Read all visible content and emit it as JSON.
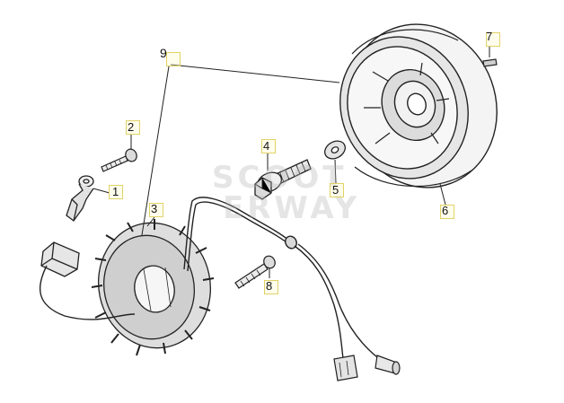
{
  "diagram": {
    "callouts": [
      {
        "id": "1",
        "label": "1"
      },
      {
        "id": "2",
        "label": "2"
      },
      {
        "id": "3",
        "label": "3"
      },
      {
        "id": "4",
        "label": "4"
      },
      {
        "id": "5",
        "label": "5"
      },
      {
        "id": "6",
        "label": "6"
      },
      {
        "id": "7",
        "label": "7"
      },
      {
        "id": "8",
        "label": "8"
      },
      {
        "id": "9",
        "label": "9"
      }
    ],
    "watermark": {
      "line1": "SCOOT",
      "line2": "ERWAY"
    }
  }
}
